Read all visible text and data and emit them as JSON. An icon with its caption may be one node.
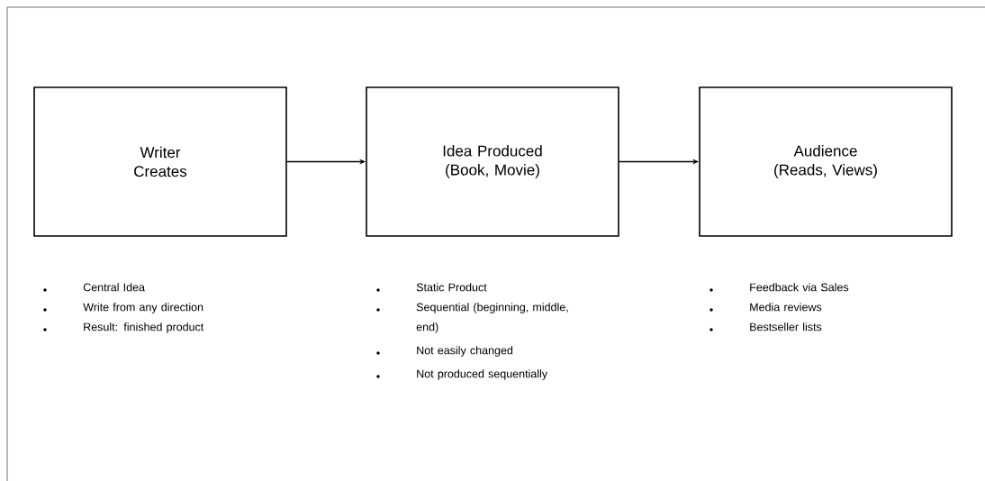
{
  "diagram": {
    "nodes": [
      {
        "text": [
          "Writer Creates"
        ]
      },
      {
        "text": [
          "Idea Produced (Book, Movie)"
        ]
      },
      {
        "text": [
          "Audience (Reads, Views)"
        ]
      }
    ],
    "edges": [
      {
        "from": 0,
        "to": 1,
        "arrow": "to"
      },
      {
        "from": 1,
        "to": 2,
        "arrow": "to"
      }
    ],
    "labels": [
      "Central Idea",
      "Write from any direction",
      "Result:  finished product",
      "Static Product",
      "Sequential (beginning, middle, end)",
      "Not easily changed",
      "Not produced sequentially",
      "Feedback via Sales",
      "Media reviews",
      "Bestseller lists"
    ]
  }
}
